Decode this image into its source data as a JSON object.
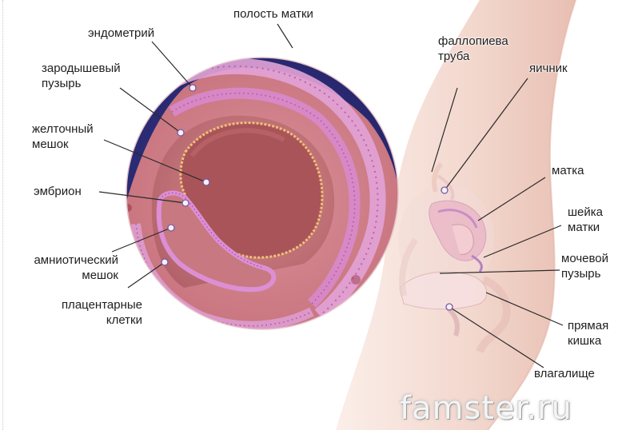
{
  "labels": {
    "uterine_cavity": "полость матки",
    "endometrium": "эндометрий",
    "chorionic_vesicle": [
      "зародышевый",
      "пузырь"
    ],
    "yolk_sac": [
      "желточный",
      "мешок"
    ],
    "embryo": "эмбрион",
    "amniotic_sac": [
      "амниотический",
      "мешок"
    ],
    "placental_cells": [
      "плацентарные",
      "клетки"
    ],
    "fallopian_tube": [
      "фаллопиева",
      "труба"
    ],
    "ovary": "яичник",
    "uterus": "матка",
    "cervix": [
      "шейка",
      "матки"
    ],
    "bladder": [
      "мочевой",
      "пузырь"
    ],
    "rectum": [
      "прямая",
      "кишка"
    ],
    "vagina": "влагалище"
  },
  "watermark": "famster.ru",
  "colors": {
    "navy": "#2d2e7a",
    "skin": "#f3d9d0",
    "tissue": "#cf7d84",
    "membrane": "#d98ad0",
    "yolk_outline": "#f0c07a"
  }
}
